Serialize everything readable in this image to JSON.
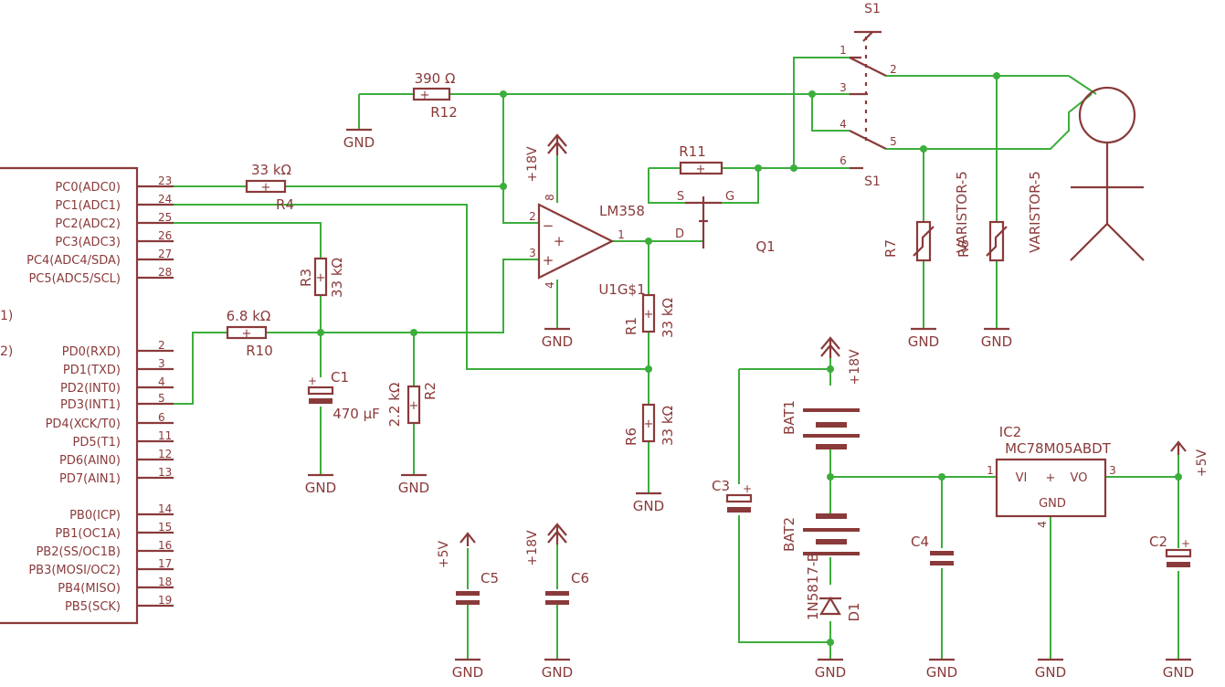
{
  "colors": {
    "wire": "#3cae3c",
    "symbol": "#8a3a3a",
    "background": "#ffffff"
  },
  "mcu": {
    "left_pins": [
      {
        "name": "PC0(ADC0)",
        "num": "23"
      },
      {
        "name": "PC1(ADC1)",
        "num": "24"
      },
      {
        "name": "PC2(ADC2)",
        "num": "25"
      },
      {
        "name": "PC3(ADC3)",
        "num": "26"
      },
      {
        "name": "PC4(ADC4/SDA)",
        "num": "27"
      },
      {
        "name": "PC5(ADC5/SCL)",
        "num": "28"
      },
      {
        "name": "PD0(RXD)",
        "num": "2"
      },
      {
        "name": "PD1(TXD)",
        "num": "3"
      },
      {
        "name": "PD2(INT0)",
        "num": "4"
      },
      {
        "name": "PD3(INT1)",
        "num": "5"
      },
      {
        "name": "PD4(XCK/T0)",
        "num": "6"
      },
      {
        "name": "PD5(T1)",
        "num": "11"
      },
      {
        "name": "PD6(AIN0)",
        "num": "12"
      },
      {
        "name": "PD7(AIN1)",
        "num": "13"
      },
      {
        "name": "PB0(ICP)",
        "num": "14"
      },
      {
        "name": "PB1(OC1A)",
        "num": "15"
      },
      {
        "name": "PB2(SS/OC1B)",
        "num": "16"
      },
      {
        "name": "PB3(MOSI/OC2)",
        "num": "17"
      },
      {
        "name": "PB4(MISO)",
        "num": "18"
      },
      {
        "name": "PB5(SCK)",
        "num": "19"
      }
    ],
    "edge_text_1": "1)",
    "edge_text_2": "2)"
  },
  "resistors": {
    "R12": {
      "name": "R12",
      "value": "390 Ω"
    },
    "R4": {
      "name": "R4",
      "value": "33 kΩ"
    },
    "R3": {
      "name": "R3",
      "value": "33 kΩ"
    },
    "R10": {
      "name": "R10",
      "value": "6.8 kΩ"
    },
    "R2": {
      "name": "R2",
      "value": "2.2 kΩ"
    },
    "R1": {
      "name": "R1",
      "value": "33 kΩ"
    },
    "R6": {
      "name": "R6",
      "value": "33 kΩ"
    },
    "R11": {
      "name": "R11"
    }
  },
  "capacitors": {
    "C1": {
      "name": "C1",
      "value": "470 µF"
    },
    "C2": {
      "name": "C2"
    },
    "C3": {
      "name": "C3"
    },
    "C4": {
      "name": "C4"
    },
    "C5": {
      "name": "C5"
    },
    "C6": {
      "name": "C6"
    }
  },
  "opamp": {
    "part": "LM358",
    "ref": "U1G$1",
    "pin_minus": "2",
    "pin_plus": "3",
    "pin_out": "1",
    "pin_vcc": "8",
    "pin_gnd": "4"
  },
  "mosfet": {
    "ref": "Q1",
    "s": "S",
    "g": "G",
    "d": "D"
  },
  "switch": {
    "ref": "S1",
    "pins": [
      "1",
      "2",
      "3",
      "4",
      "5",
      "6"
    ]
  },
  "varistors": {
    "R7": "R7",
    "R8": "R8",
    "var1": "VARISTOR-5",
    "var2": "VARISTOR-5"
  },
  "batteries": {
    "bat1": "BAT1",
    "bat2": "BAT2"
  },
  "diode": {
    "ref": "D1",
    "part": "1N5817-B"
  },
  "regulator": {
    "ref": "IC2",
    "part": "MC78M05ABDT",
    "vi": "VI",
    "vo": "VO",
    "gnd": "GND",
    "pin1": "1",
    "pin3": "3",
    "pin4": "4"
  },
  "supply": {
    "v18": "+18V",
    "v5": "+5V",
    "gnd": "GND"
  }
}
